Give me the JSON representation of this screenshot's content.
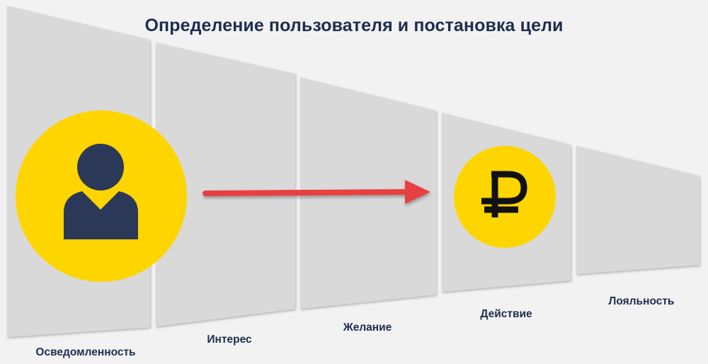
{
  "title": "Определение пользователя и постановка цели",
  "stages": [
    {
      "label": "Осведомленность"
    },
    {
      "label": "Интерес"
    },
    {
      "label": "Желание"
    },
    {
      "label": "Действие"
    },
    {
      "label": "Лояльность"
    }
  ],
  "icons": {
    "user": "user-icon",
    "currency": "ruble-icon",
    "arrow": "arrow-right-icon"
  },
  "colors": {
    "background": "#f2f2f2",
    "panel": "#d9d9d9",
    "panel_edge": "#b9b9b9",
    "accent_yellow": "#ffd500",
    "figure_navy": "#2b3858",
    "arrow_red": "#e8413f",
    "text": "#1f2d4f"
  }
}
